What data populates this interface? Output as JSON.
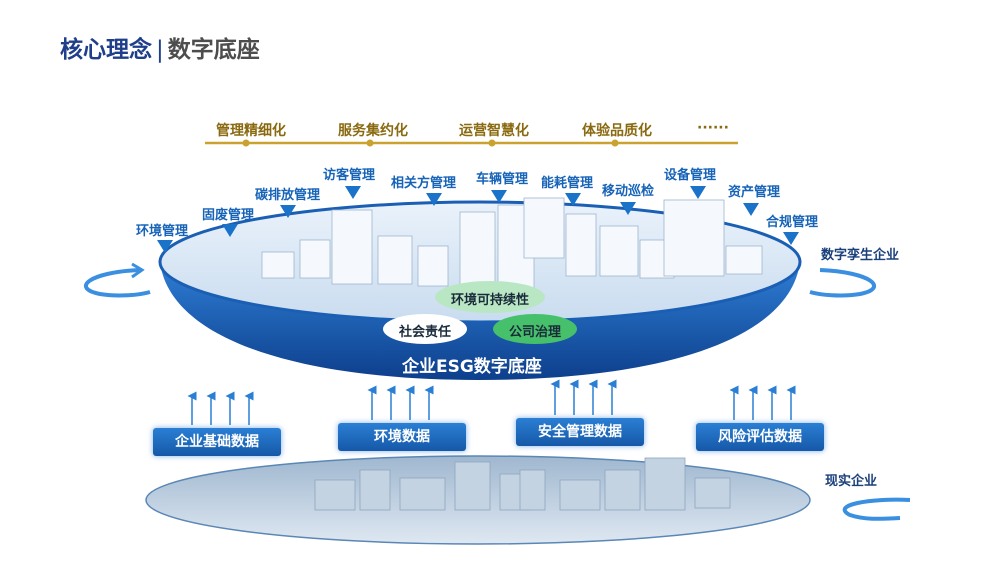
{
  "header": {
    "title_main": "核心理念",
    "title_sep": "|",
    "title_sub": "数字底座"
  },
  "goals": [
    "管理精细化",
    "服务集约化",
    "运营智慧化",
    "体验品质化",
    "······"
  ],
  "modules": [
    "环境管理",
    "固废管理",
    "碳排放管理",
    "访客管理",
    "相关方管理",
    "车辆管理",
    "能耗管理",
    "移动巡检",
    "设备管理",
    "资产管理",
    "合规管理"
  ],
  "platform": {
    "label": "企业ESG数字底座",
    "clouds": [
      "环境可持续性",
      "社会责任",
      "公司治理"
    ]
  },
  "side_labels": {
    "digital_twin": "数字孪生企业",
    "real": "现实企业"
  },
  "data_sources": [
    "企业基础数据",
    "环境数据",
    "安全管理数据",
    "风险评估数据"
  ],
  "colors": {
    "primary_blue": "#1a5fb4",
    "gold": "#c9a230",
    "title_blue": "#1f3f8a"
  }
}
